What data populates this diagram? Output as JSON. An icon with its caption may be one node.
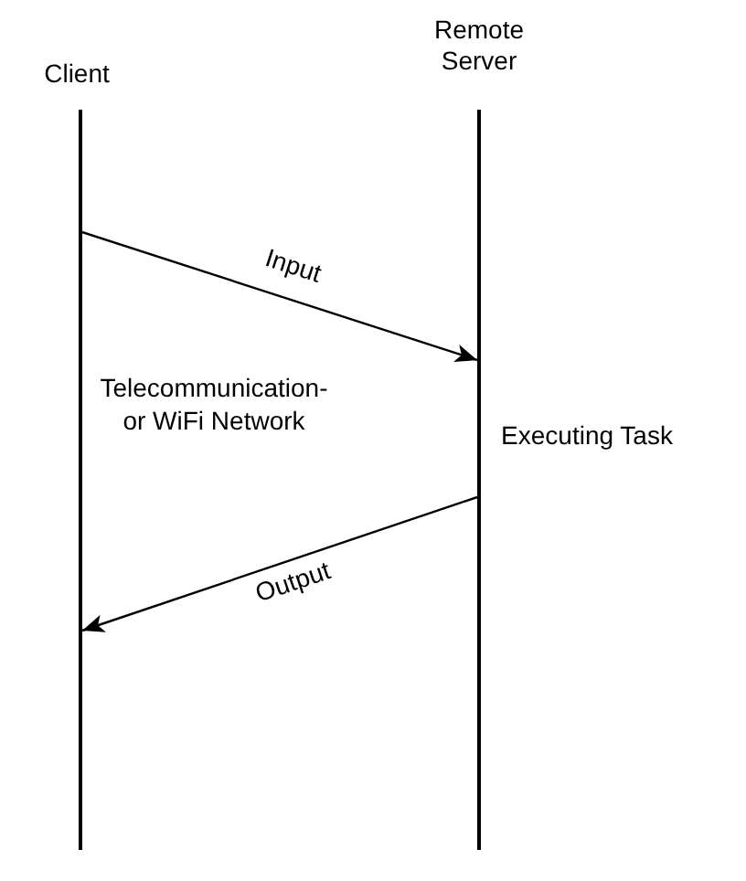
{
  "diagram": {
    "nodes": [
      {
        "text": [
          "Client"
        ]
      },
      {
        "text": [
          "Remote Server"
        ]
      },
      {
        "text": [],
        "shape": "line"
      },
      {
        "text": [],
        "shape": "line"
      }
    ],
    "edges": [
      {
        "from": 2,
        "to": 3,
        "arrow": "to",
        "label": "Input"
      },
      {
        "from": 3,
        "to": 2,
        "arrow": "to",
        "label": "Output"
      }
    ],
    "labels": [
      "Telecommunication- or WiFi Network",
      "Executing Task"
    ]
  }
}
